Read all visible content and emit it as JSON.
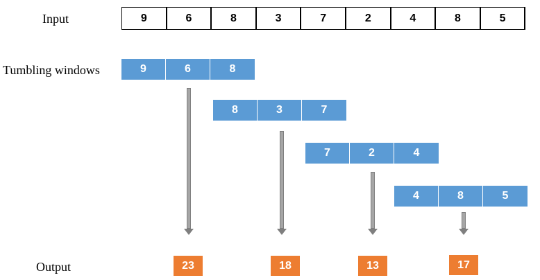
{
  "labels": {
    "input": "Input",
    "windows": "Tumbling windows",
    "output": "Output"
  },
  "input_values": [
    "9",
    "6",
    "8",
    "3",
    "7",
    "2",
    "4",
    "8",
    "5"
  ],
  "windows": [
    [
      "9",
      "6",
      "8"
    ],
    [
      "8",
      "3",
      "7"
    ],
    [
      "7",
      "2",
      "4"
    ],
    [
      "4",
      "8",
      "5"
    ]
  ],
  "outputs": [
    "23",
    "18",
    "13",
    "17"
  ],
  "colors": {
    "window_fill": "#5b9bd5",
    "output_fill": "#ed7d31",
    "arrow": "#a6a6a6"
  }
}
